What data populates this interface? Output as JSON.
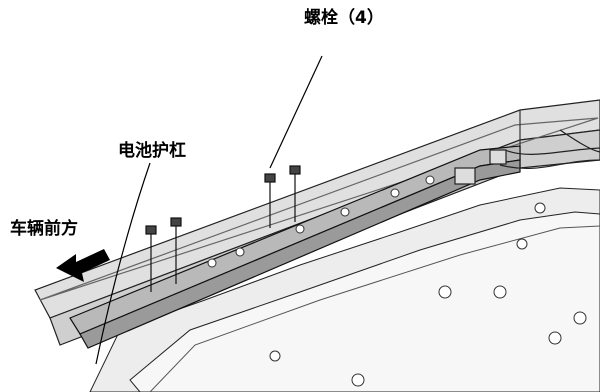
{
  "labels": {
    "bolts": "螺栓（4）",
    "battery_guard": "电池护杠",
    "vehicle_front": "车辆前方"
  }
}
